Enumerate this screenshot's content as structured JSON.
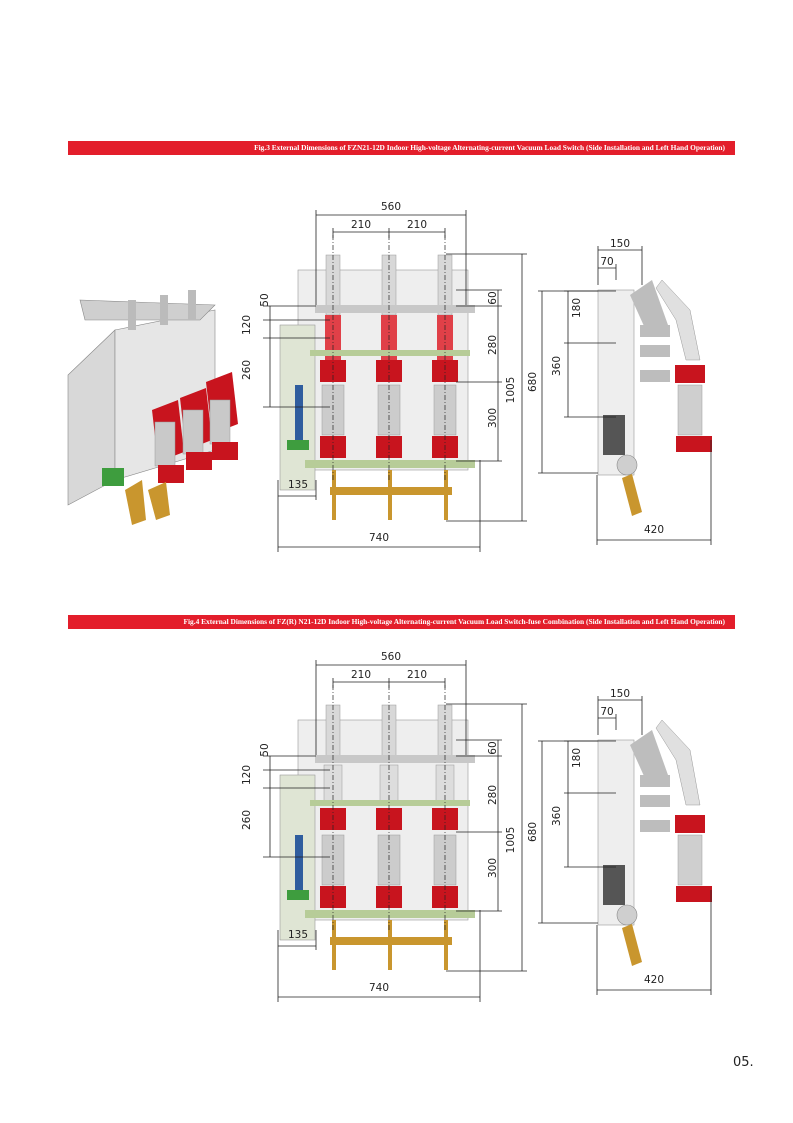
{
  "figures": [
    {
      "caption": "Fig.3 External Dimensions of FZN21-12D Indoor High-voltage Alternating-current Vacuum Load Switch (Side Installation and Left Hand Operation)",
      "front_view": {
        "width_top": "560",
        "pitch_left": "210",
        "pitch_right": "210",
        "left_50": "50",
        "left_120": "120",
        "left_260": "260",
        "right_60": "60",
        "right_280": "280",
        "right_300": "300",
        "height_total": "1005",
        "bottom_135": "135",
        "width_bottom": "740"
      },
      "side_view": {
        "width_top": "150",
        "offset": "70",
        "height_180": "180",
        "height_360": "360",
        "height_680": "680",
        "width_bottom": "420"
      },
      "show_iso": true
    },
    {
      "caption": "Fig.4 External Dimensions of FZ(R) N21-12D Indoor High-voltage Alternating-current Vacuum Load Switch-fuse Combination (Side Installation and Left Hand Operation)",
      "front_view": {
        "width_top": "560",
        "pitch_left": "210",
        "pitch_right": "210",
        "left_50": "50",
        "left_120": "120",
        "left_260": "260",
        "right_60": "60",
        "right_280": "280",
        "right_300": "300",
        "height_total": "1005",
        "bottom_135": "135",
        "width_bottom": "740"
      },
      "side_view": {
        "width_top": "150",
        "offset": "70",
        "height_180": "180",
        "height_360": "360",
        "height_680": "680",
        "width_bottom": "420"
      },
      "show_iso": false
    }
  ],
  "page_number": "05.",
  "colors": {
    "banner": "#e31e2b",
    "accent_red": "#c8141e",
    "frame_grey": "#cfcfcf",
    "green": "#7fa05a",
    "insulator": "#bdbdbd",
    "copper": "#c9962e"
  }
}
